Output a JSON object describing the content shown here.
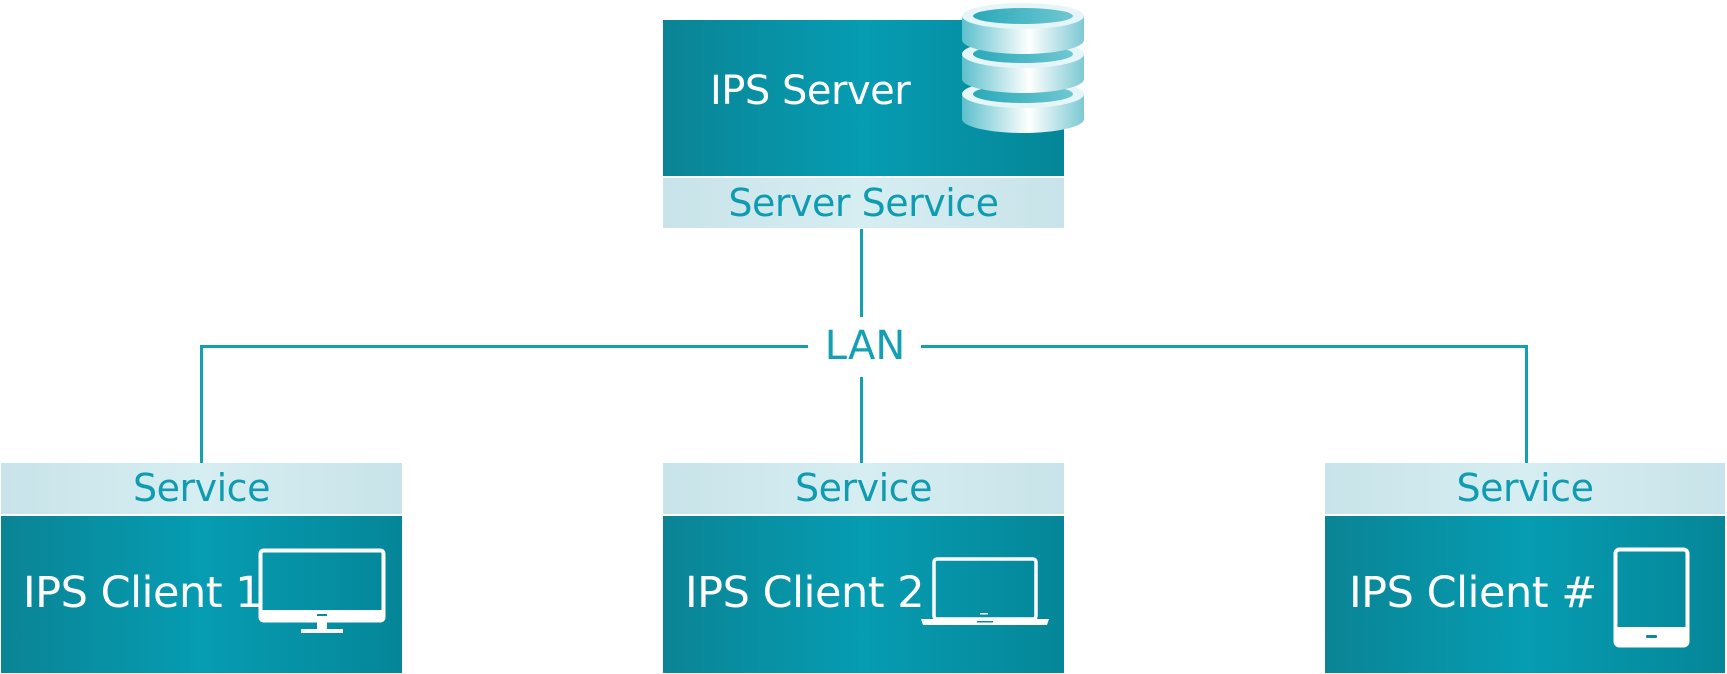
{
  "server": {
    "title": "IPS Server",
    "service_label": "Server Service",
    "icon": "database-icon"
  },
  "network": {
    "label": "LAN"
  },
  "clients": [
    {
      "title": "IPS Client 1",
      "service_label": "Service",
      "icon": "monitor-icon"
    },
    {
      "title": "IPS Client 2",
      "service_label": "Service",
      "icon": "laptop-icon"
    },
    {
      "title": "IPS Client #",
      "service_label": "Service",
      "icon": "tablet-icon"
    }
  ],
  "colors": {
    "box_primary": "#069cb2",
    "box_dark": "#0a8495",
    "band": "#d0e8ed",
    "line": "#12a0b2",
    "text_on_box": "#ffffff"
  }
}
